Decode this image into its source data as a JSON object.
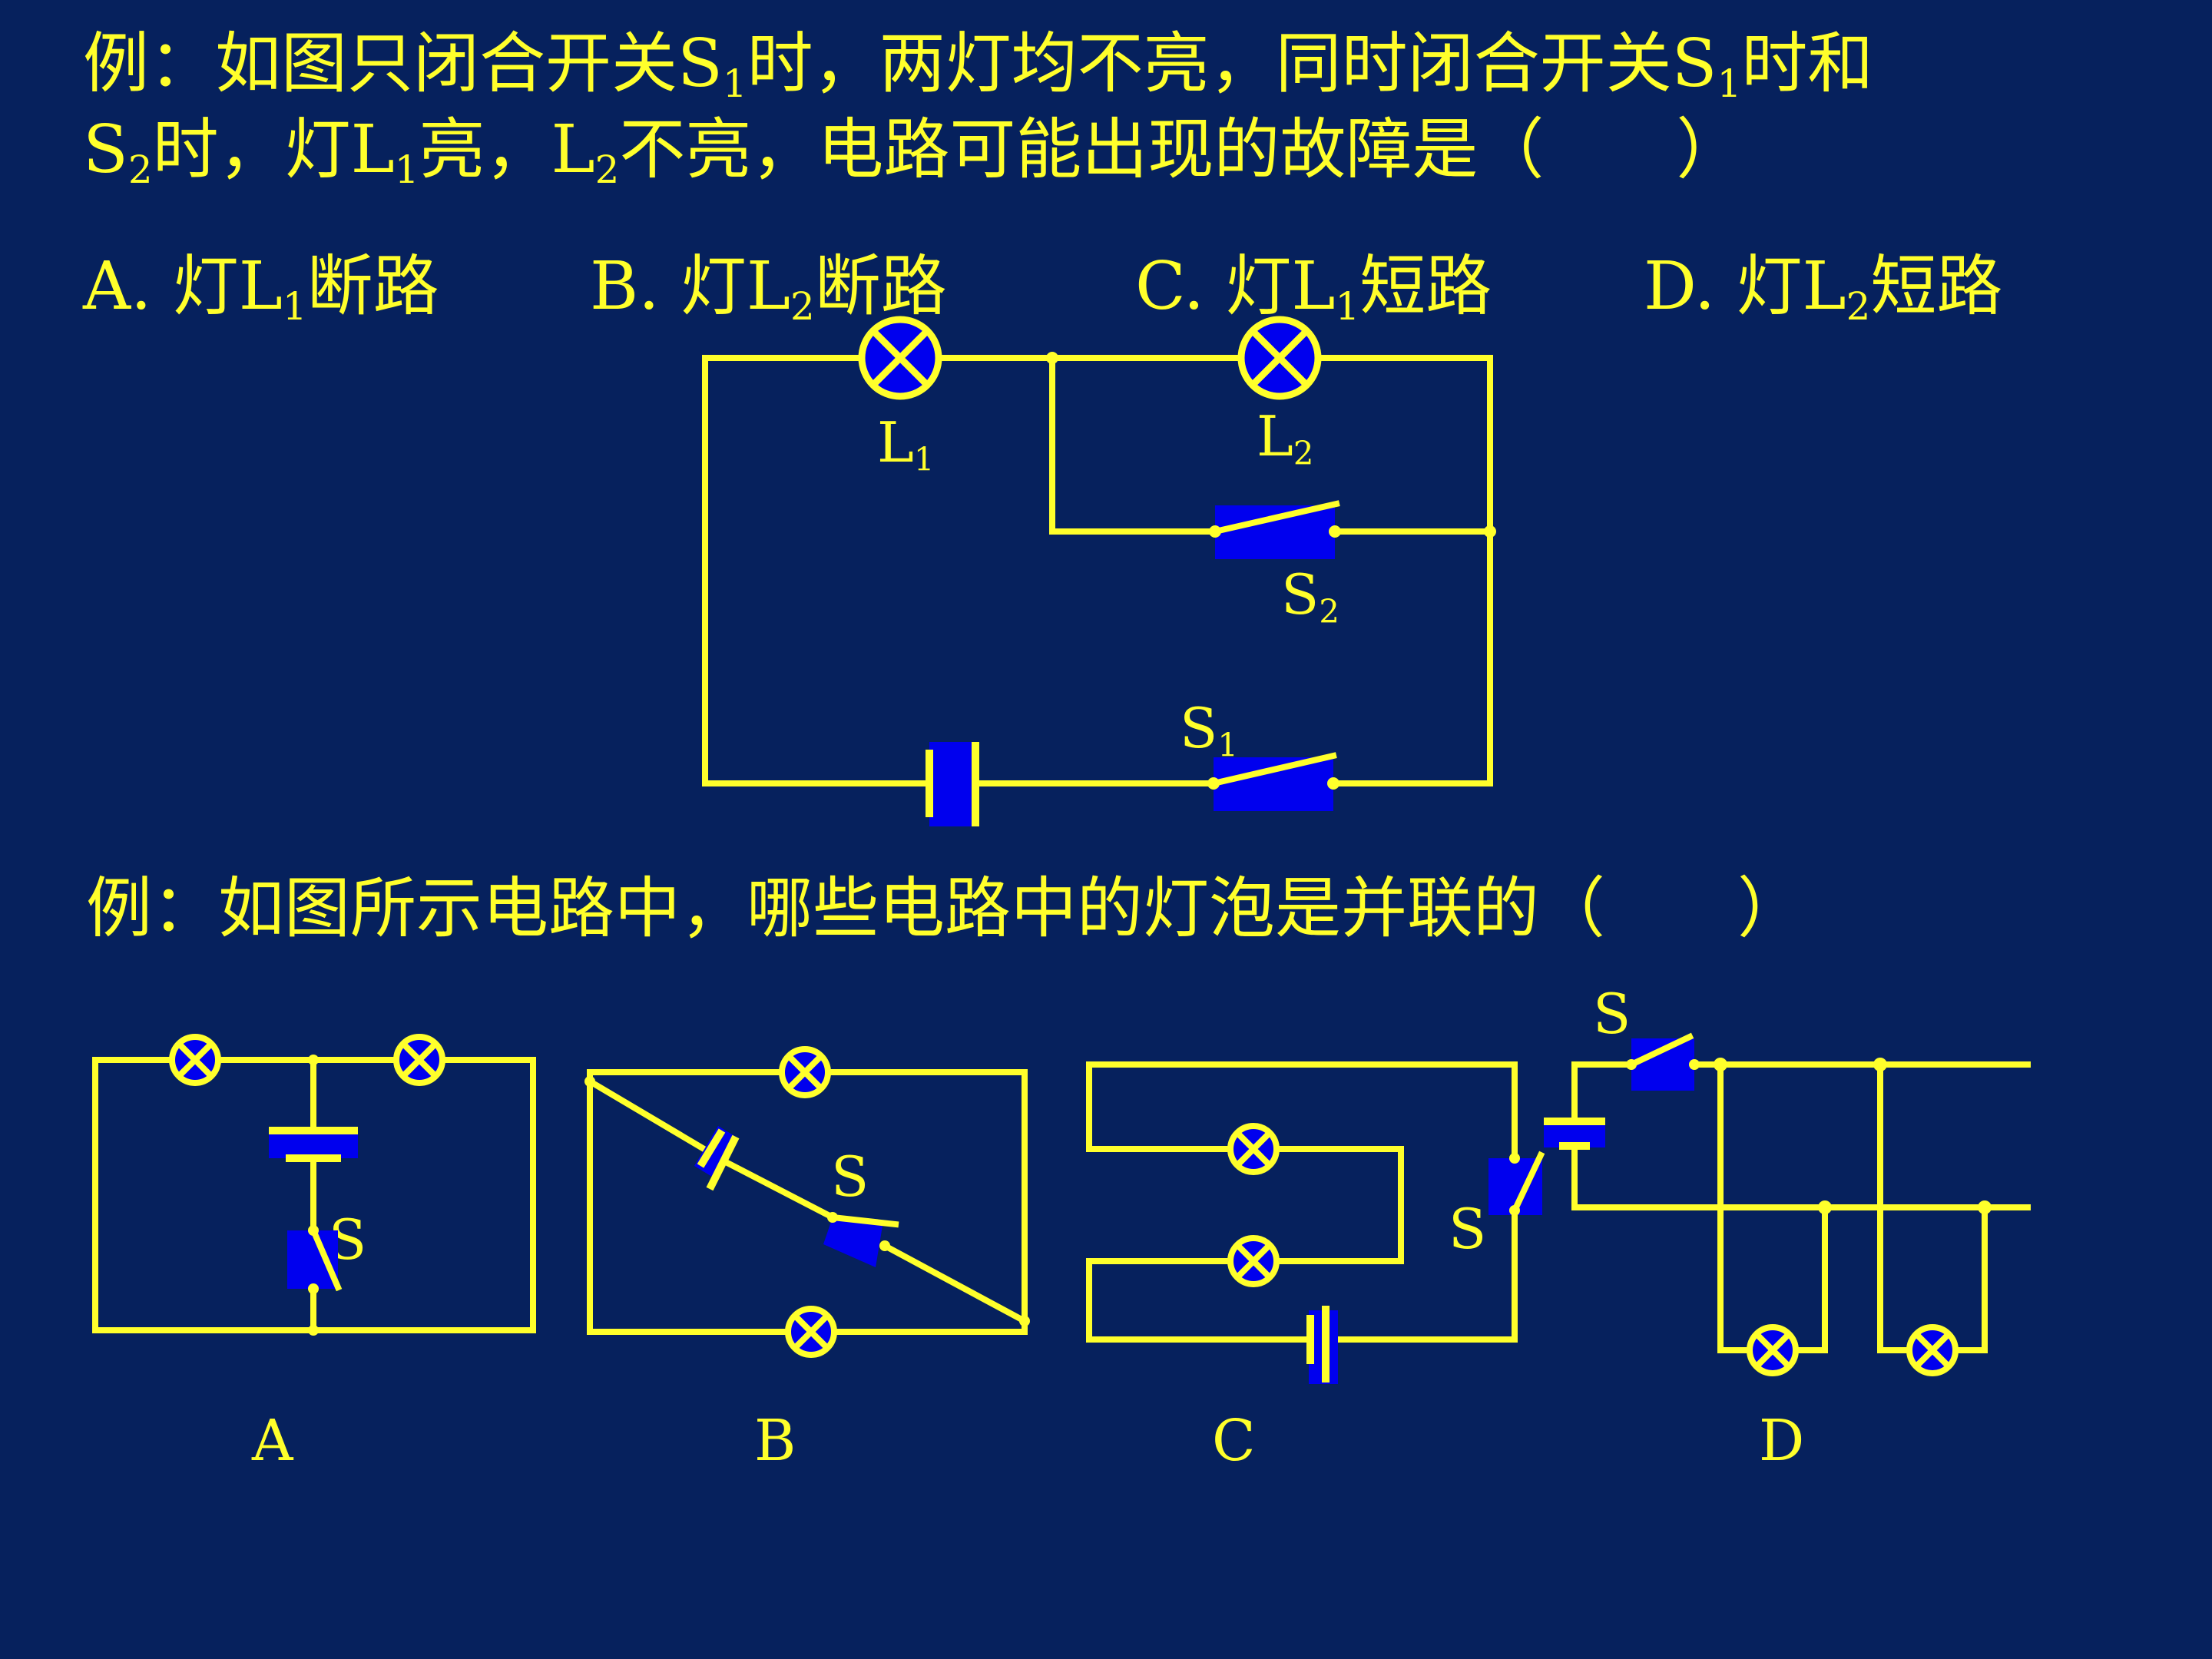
{
  "q1": {
    "line1": {
      "a": "例：如图只闭合开关S",
      "s1": "1",
      "b": "时，两灯均不亮，同时闭合开关S",
      "s2": "1",
      "c": "时和"
    },
    "line2": {
      "a": "S",
      "s1": "2",
      "b": "时，灯L",
      "s2": "1",
      "c": "亮，L",
      "s3": "2",
      "d": "不亮，电路可能出现的故障是（　　）"
    },
    "options": [
      {
        "a": "A. 灯L",
        "sub": "1",
        "b": "断路"
      },
      {
        "a": "B. 灯L",
        "sub": "2",
        "b": "断路"
      },
      {
        "a": "C. 灯L",
        "sub": "1",
        "b": "短路"
      },
      {
        "a": "D. 灯L",
        "sub": "2",
        "b": "短路"
      }
    ],
    "labels": {
      "L1": {
        "main": "L",
        "sub": "1"
      },
      "L2": {
        "main": "L",
        "sub": "2"
      },
      "S1": {
        "main": "S",
        "sub": "1"
      },
      "S2": {
        "main": "S",
        "sub": "2"
      }
    }
  },
  "q2": {
    "question": "例：如图所示电路中，哪些电路中的灯泡是并联的（　　）",
    "switch_label": "S",
    "captions": [
      "A",
      "B",
      "C",
      "D"
    ]
  },
  "colors": {
    "background": "#06215d",
    "wire": "#ffff2b",
    "component_fill": "#0000ee"
  },
  "icons": [
    "lamp-icon",
    "battery-icon",
    "switch-icon"
  ]
}
